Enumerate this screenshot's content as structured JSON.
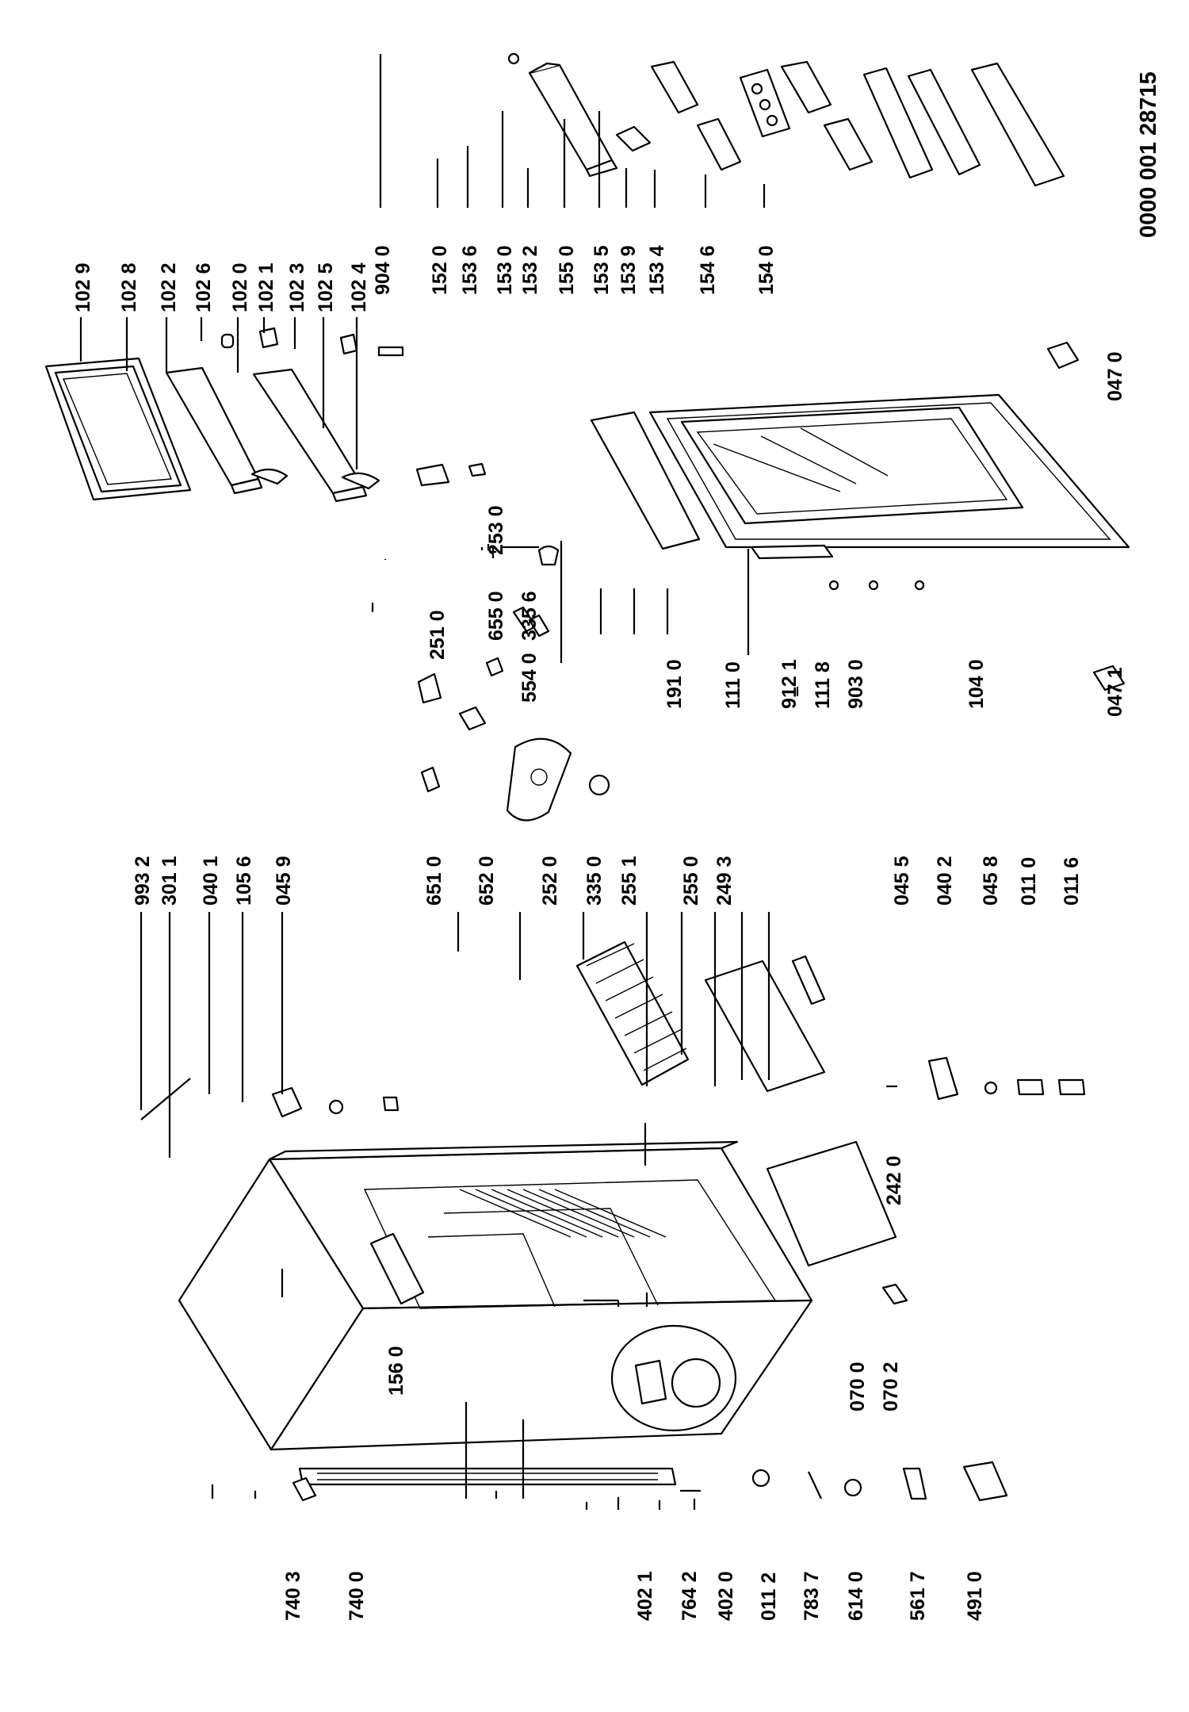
{
  "document_id": "0000 001 28715",
  "labels": [
    "102 9",
    "102 8",
    "102 2",
    "102 6",
    "102 0",
    "102 1",
    "102 3",
    "102 5",
    "102 4",
    "904 0",
    "152 0",
    "153 6",
    "153 0",
    "153 2",
    "155 0",
    "153 5",
    "153 9",
    "153 4",
    "154 6",
    "154 0",
    "047 0",
    "253 0",
    "655 0",
    "335 6",
    "251 0",
    "554 0",
    "191 0",
    "111 0",
    "912 1",
    "111 8",
    "903 0",
    "104 0",
    "047 1",
    "993 2",
    "301 1",
    "040 1",
    "105 6",
    "045 9",
    "651 0",
    "652 0",
    "252 0",
    "335 0",
    "255 1",
    "255 0",
    "249 3",
    "045 5",
    "040 2",
    "045 8",
    "011 0",
    "011 6",
    "242 0",
    "156 0",
    "070 0",
    "070 2",
    "740 3",
    "740 0",
    "402 1",
    "764 2",
    "402 0",
    "011 2",
    "783 7",
    "614 0",
    "561 7",
    "491 0"
  ]
}
